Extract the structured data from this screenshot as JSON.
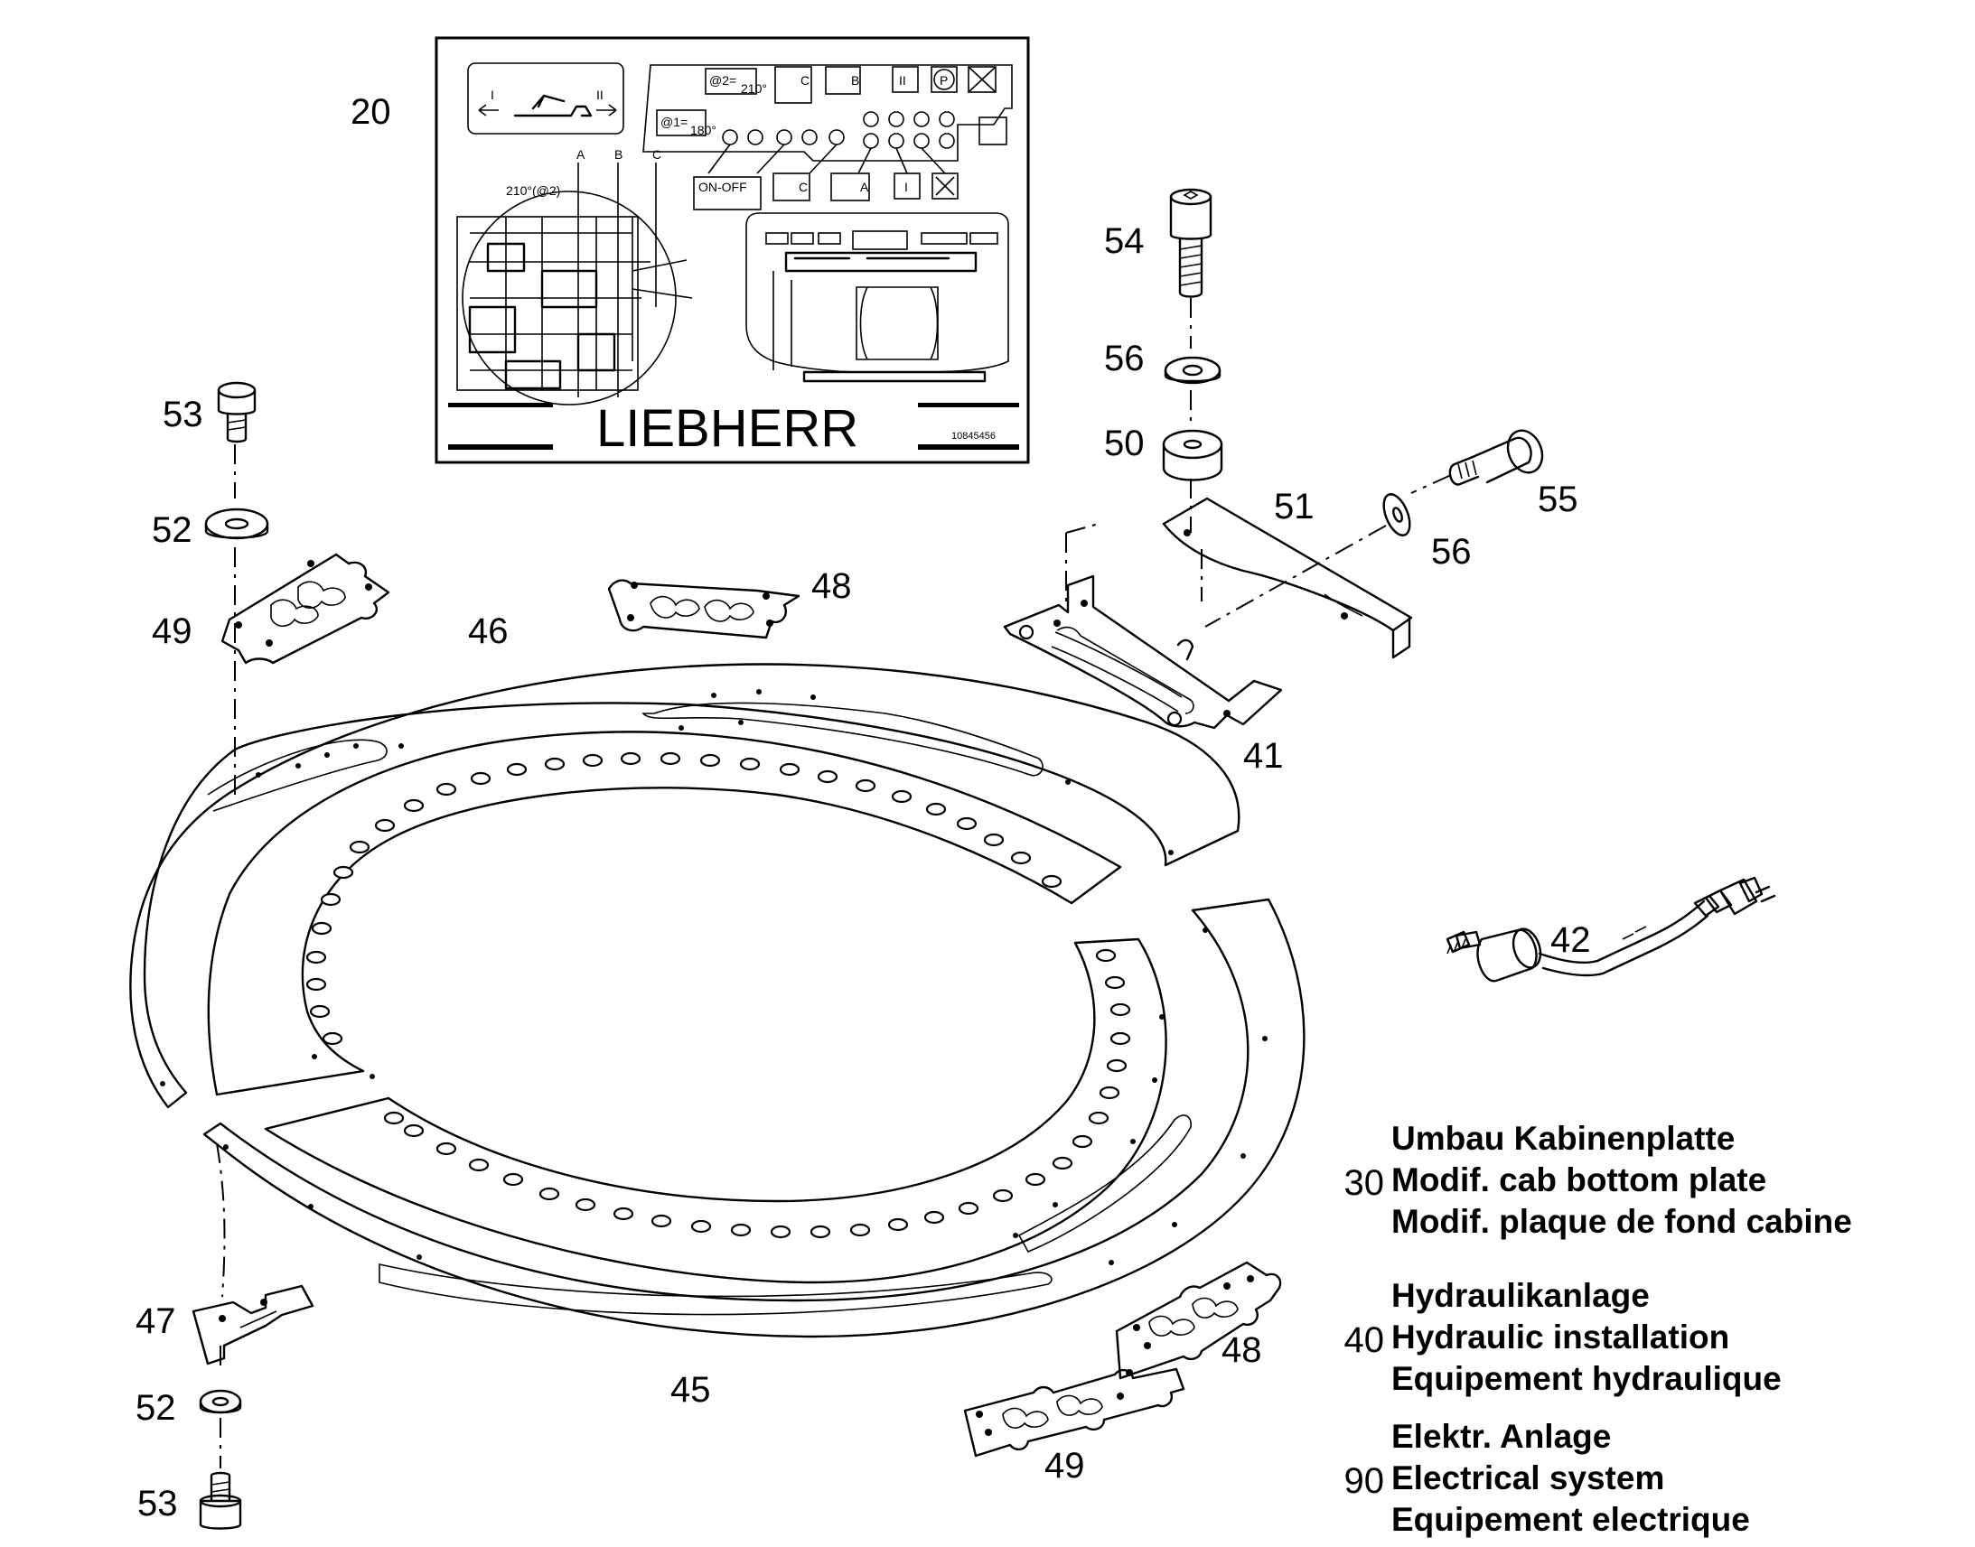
{
  "callouts": {
    "c20": "20",
    "c54": "54",
    "c56a": "56",
    "c50": "50",
    "c51": "51",
    "c55": "55",
    "c56b": "56",
    "c53a": "53",
    "c52a": "52",
    "c49a": "49",
    "c48a": "48",
    "c46": "46",
    "c41": "41",
    "c42": "42",
    "c47": "47",
    "c52b": "52",
    "c53b": "53",
    "c45": "45",
    "c48b": "48",
    "c49b": "49"
  },
  "decal": {
    "brand": "LIEBHERR",
    "part_number": "10845456",
    "on_off": "ON-OFF",
    "angle1": "@1=",
    "angle1_deg": "180°",
    "angle2": "@2=",
    "angle2_deg": "210°",
    "angle_label": "210°(@2)",
    "pos_a": "A",
    "pos_b": "B",
    "pos_c": "C",
    "dir_left": "I",
    "dir_right": "II",
    "sym_c": "C",
    "sym_b": "B",
    "sym_a": "A",
    "sym_ii": "II",
    "sym_i": "I",
    "sym_p": "P"
  },
  "legend": [
    {
      "number": "30",
      "lines": [
        "Umbau Kabinenplatte",
        "Modif. cab bottom plate",
        "Modif. plaque de fond cabine"
      ]
    },
    {
      "number": "40",
      "lines": [
        "Hydraulikanlage",
        "Hydraulic installation",
        "Equipement hydraulique"
      ]
    },
    {
      "number": "90",
      "lines": [
        "Elektr. Anlage",
        "Electrical system",
        "Equipement electrique"
      ]
    }
  ]
}
